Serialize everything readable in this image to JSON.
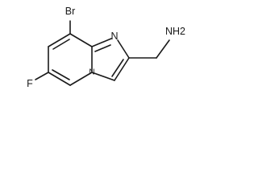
{
  "molecule": {
    "atoms": {
      "bromine": "Br",
      "fluorine": "F",
      "nitrogen_imidazole": "N",
      "nitrogen_bridgehead": "N",
      "amine": "NH2"
    }
  }
}
